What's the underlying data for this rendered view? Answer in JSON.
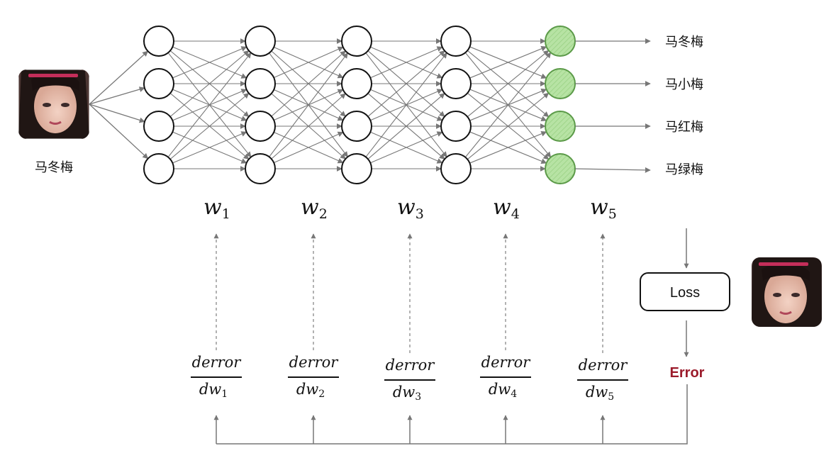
{
  "input": {
    "label": "马冬梅",
    "photo_icon": "girl-portrait-photo"
  },
  "network": {
    "layers": 5,
    "nodes_per_layer": 4,
    "output_fill": "#b7e3a4",
    "output_stroke": "#5b9a48",
    "edge_color": "#777777"
  },
  "outputs": [
    "马冬梅",
    "马小梅",
    "马红梅",
    "马绿梅"
  ],
  "weights": [
    {
      "symbol": "w",
      "sub": "1"
    },
    {
      "symbol": "w",
      "sub": "2"
    },
    {
      "symbol": "w",
      "sub": "3"
    },
    {
      "symbol": "w",
      "sub": "4"
    },
    {
      "symbol": "w",
      "sub": "5"
    }
  ],
  "gradients": [
    {
      "num": "derror",
      "den": "dw",
      "sub": "1"
    },
    {
      "num": "derror",
      "den": "dw",
      "sub": "2"
    },
    {
      "num": "derror",
      "den": "dw",
      "sub": "3"
    },
    {
      "num": "derror",
      "den": "dw",
      "sub": "4"
    },
    {
      "num": "derror",
      "den": "dw",
      "sub": "5"
    }
  ],
  "loss": {
    "label": "Loss"
  },
  "error": {
    "label": "Error",
    "color": "#9b1b2b"
  },
  "target": {
    "photo_icon": "girl-portrait-photo"
  }
}
